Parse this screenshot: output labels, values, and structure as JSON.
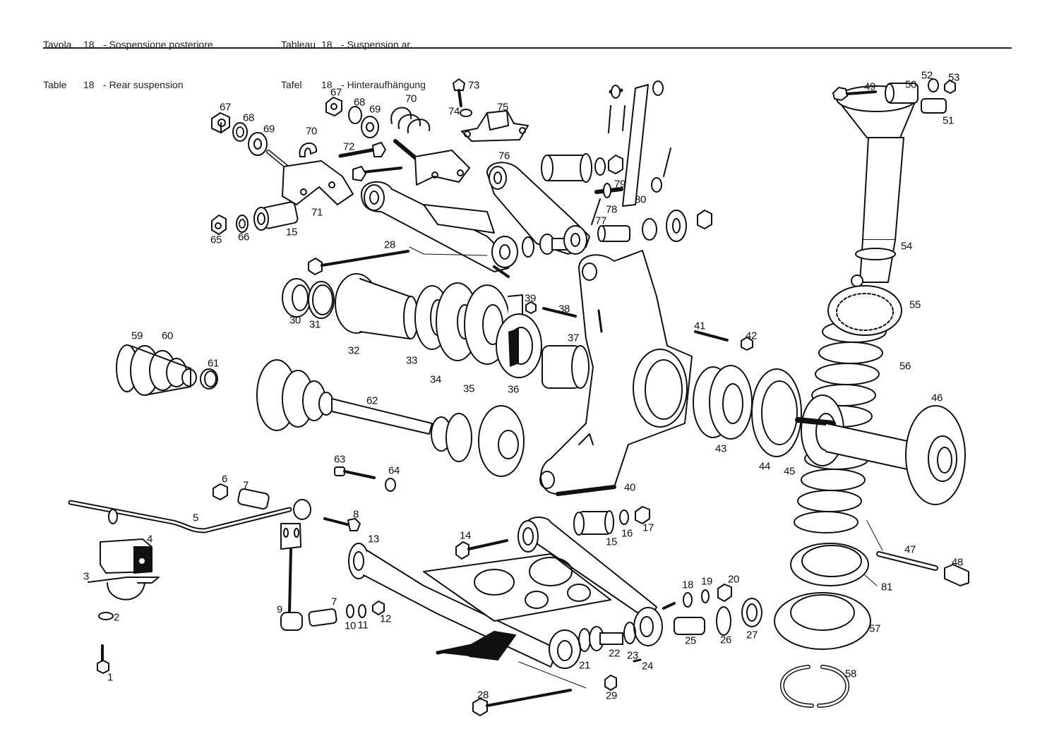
{
  "header": {
    "left": [
      {
        "key": "Tavola",
        "num": "18",
        "title": "Sospensione posteriore"
      },
      {
        "key": "Table",
        "num": "18",
        "title": "Rear suspension"
      }
    ],
    "right": [
      {
        "key": "Tableau",
        "num": "18",
        "title": "Suspension ar."
      },
      {
        "key": "Tafel",
        "num": "18",
        "title": "Hinteraufhängung"
      }
    ],
    "separator": "-"
  },
  "diagram": {
    "subject": "Rear suspension exploded view",
    "callouts": [
      {
        "id": "c1",
        "text": "1"
      },
      {
        "id": "c2",
        "text": "2"
      },
      {
        "id": "c3",
        "text": "3"
      },
      {
        "id": "c4",
        "text": "4"
      },
      {
        "id": "c5",
        "text": "5"
      },
      {
        "id": "c6",
        "text": "6"
      },
      {
        "id": "c7a",
        "text": "7"
      },
      {
        "id": "c7b",
        "text": "7"
      },
      {
        "id": "c8",
        "text": "8"
      },
      {
        "id": "c9",
        "text": "9"
      },
      {
        "id": "c10",
        "text": "10"
      },
      {
        "id": "c11",
        "text": "11"
      },
      {
        "id": "c12",
        "text": "12"
      },
      {
        "id": "c13",
        "text": "13"
      },
      {
        "id": "c14",
        "text": "14"
      },
      {
        "id": "c15a",
        "text": "15"
      },
      {
        "id": "c15b",
        "text": "15"
      },
      {
        "id": "c16",
        "text": "16"
      },
      {
        "id": "c17",
        "text": "17"
      },
      {
        "id": "c18",
        "text": "18"
      },
      {
        "id": "c19",
        "text": "19"
      },
      {
        "id": "c20",
        "text": "20"
      },
      {
        "id": "c21",
        "text": "21"
      },
      {
        "id": "c22",
        "text": "22"
      },
      {
        "id": "c23",
        "text": "23"
      },
      {
        "id": "c24",
        "text": "24"
      },
      {
        "id": "c25",
        "text": "25"
      },
      {
        "id": "c26",
        "text": "26"
      },
      {
        "id": "c27",
        "text": "27"
      },
      {
        "id": "c28a",
        "text": "28"
      },
      {
        "id": "c28b",
        "text": "28"
      },
      {
        "id": "c29",
        "text": "29"
      },
      {
        "id": "c30",
        "text": "30"
      },
      {
        "id": "c31",
        "text": "31"
      },
      {
        "id": "c32",
        "text": "32"
      },
      {
        "id": "c33",
        "text": "33"
      },
      {
        "id": "c34",
        "text": "34"
      },
      {
        "id": "c35",
        "text": "35"
      },
      {
        "id": "c36",
        "text": "36"
      },
      {
        "id": "c37",
        "text": "37"
      },
      {
        "id": "c38",
        "text": "38"
      },
      {
        "id": "c39",
        "text": "39"
      },
      {
        "id": "c40",
        "text": "40"
      },
      {
        "id": "c41",
        "text": "41"
      },
      {
        "id": "c42",
        "text": "42"
      },
      {
        "id": "c43",
        "text": "43"
      },
      {
        "id": "c44",
        "text": "44"
      },
      {
        "id": "c45",
        "text": "45"
      },
      {
        "id": "c46",
        "text": "46"
      },
      {
        "id": "c47",
        "text": "47"
      },
      {
        "id": "c48",
        "text": "48"
      },
      {
        "id": "c49",
        "text": "49"
      },
      {
        "id": "c50",
        "text": "50"
      },
      {
        "id": "c51",
        "text": "51"
      },
      {
        "id": "c52",
        "text": "52"
      },
      {
        "id": "c53",
        "text": "53"
      },
      {
        "id": "c54",
        "text": "54"
      },
      {
        "id": "c55",
        "text": "55"
      },
      {
        "id": "c56",
        "text": "56"
      },
      {
        "id": "c57",
        "text": "57"
      },
      {
        "id": "c58",
        "text": "58"
      },
      {
        "id": "c59",
        "text": "59"
      },
      {
        "id": "c60",
        "text": "60"
      },
      {
        "id": "c61",
        "text": "61"
      },
      {
        "id": "c62",
        "text": "62"
      },
      {
        "id": "c63",
        "text": "63"
      },
      {
        "id": "c64",
        "text": "64"
      },
      {
        "id": "c65",
        "text": "65"
      },
      {
        "id": "c66",
        "text": "66"
      },
      {
        "id": "c67a",
        "text": "67"
      },
      {
        "id": "c67b",
        "text": "67"
      },
      {
        "id": "c68a",
        "text": "68"
      },
      {
        "id": "c68b",
        "text": "68"
      },
      {
        "id": "c69a",
        "text": "69"
      },
      {
        "id": "c69b",
        "text": "69"
      },
      {
        "id": "c70a",
        "text": "70"
      },
      {
        "id": "c70b",
        "text": "70"
      },
      {
        "id": "c71",
        "text": "71"
      },
      {
        "id": "c72",
        "text": "72"
      },
      {
        "id": "c73",
        "text": "73"
      },
      {
        "id": "c74",
        "text": "74"
      },
      {
        "id": "c75",
        "text": "75"
      },
      {
        "id": "c76",
        "text": "76"
      },
      {
        "id": "c77",
        "text": "77"
      },
      {
        "id": "c78",
        "text": "78"
      },
      {
        "id": "c79",
        "text": "79"
      },
      {
        "id": "c80",
        "text": "80"
      },
      {
        "id": "c81",
        "text": "81"
      }
    ]
  }
}
